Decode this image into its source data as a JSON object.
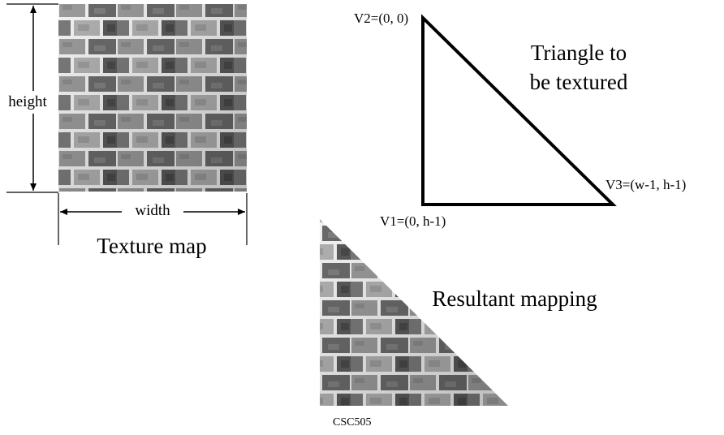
{
  "labels": {
    "height": "height",
    "width": "width",
    "texture_map": "Texture map",
    "v2": "V2=(0, 0)",
    "v1": "V1=(0, h-1)",
    "v3": "V3=(w-1, h-1)",
    "triangle_line1": "Triangle to",
    "triangle_line2": "be textured",
    "resultant": "Resultant mapping",
    "footer": "CSC505"
  },
  "colors": {
    "line": "#000000",
    "mortar": "#f2f2f2",
    "brick_light": "#b8b8b8",
    "brick_dark": "#4a4a4a"
  }
}
